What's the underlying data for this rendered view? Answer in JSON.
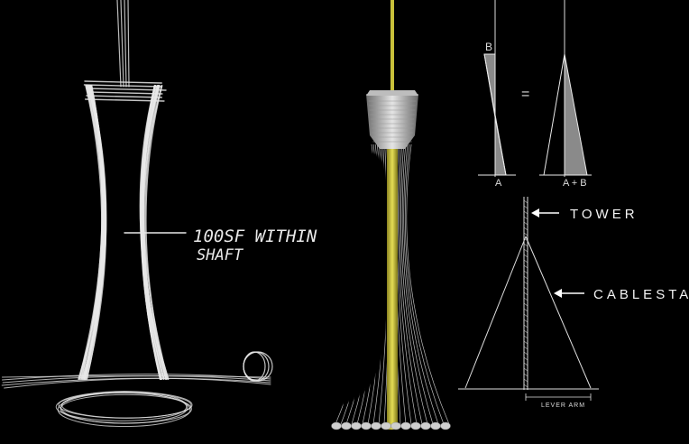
{
  "sketch": {
    "note_line1": "100SF WITHIN",
    "note_line2": "SHAFT"
  },
  "diagram": {
    "label_b": "B",
    "equals": "=",
    "label_a": "A",
    "label_a_plus_b": "A + B",
    "label_tower": "TOWER",
    "label_cablestay": "CABLESTAY",
    "label_lever_arm": "LEVER ARM"
  },
  "colors": {
    "background": "#000000",
    "chalk": "#e8e8e8",
    "core_yellow": "#c9c13a",
    "triangle_fill": "#8a8a8a"
  }
}
